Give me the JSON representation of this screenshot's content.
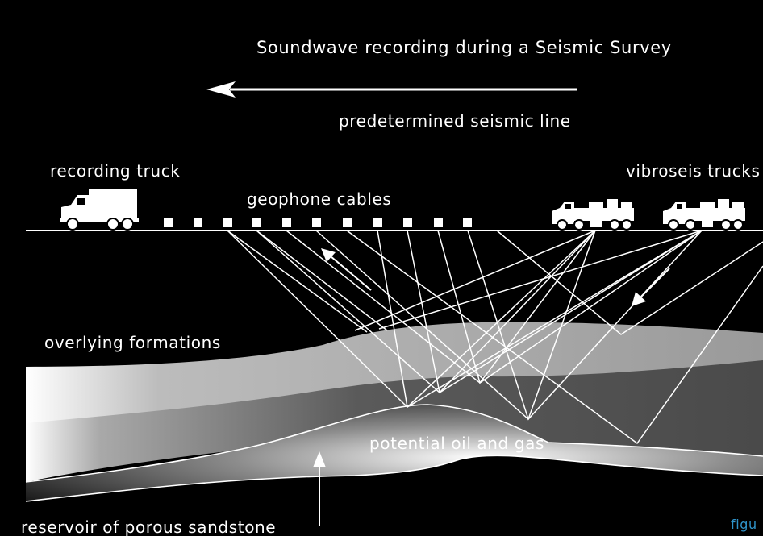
{
  "title": "Soundwave recording during a Seismic Survey",
  "labels": {
    "seismic_line": "predetermined seismic line",
    "recording_truck": "recording truck",
    "geophone_cables": "geophone cables",
    "vibroseis_trucks": "vibroseis trucks",
    "overlying_formations": "overlying formations",
    "oil_gas": "potential oil and gas",
    "reservoir": "reservoir of porous sandstone",
    "figure_tag": "figu"
  },
  "colors": {
    "background": "#000000",
    "foreground": "#ffffff",
    "upper_layer": "#b4b4b4",
    "middle_layer": "#6e6e6e",
    "lower_layer": "#4a4a4a",
    "figure_tag": "#2f93c9"
  },
  "icons": [
    "recording-truck-icon",
    "vibroseis-truck-icon",
    "geophone-icon",
    "arrow-icon"
  ]
}
